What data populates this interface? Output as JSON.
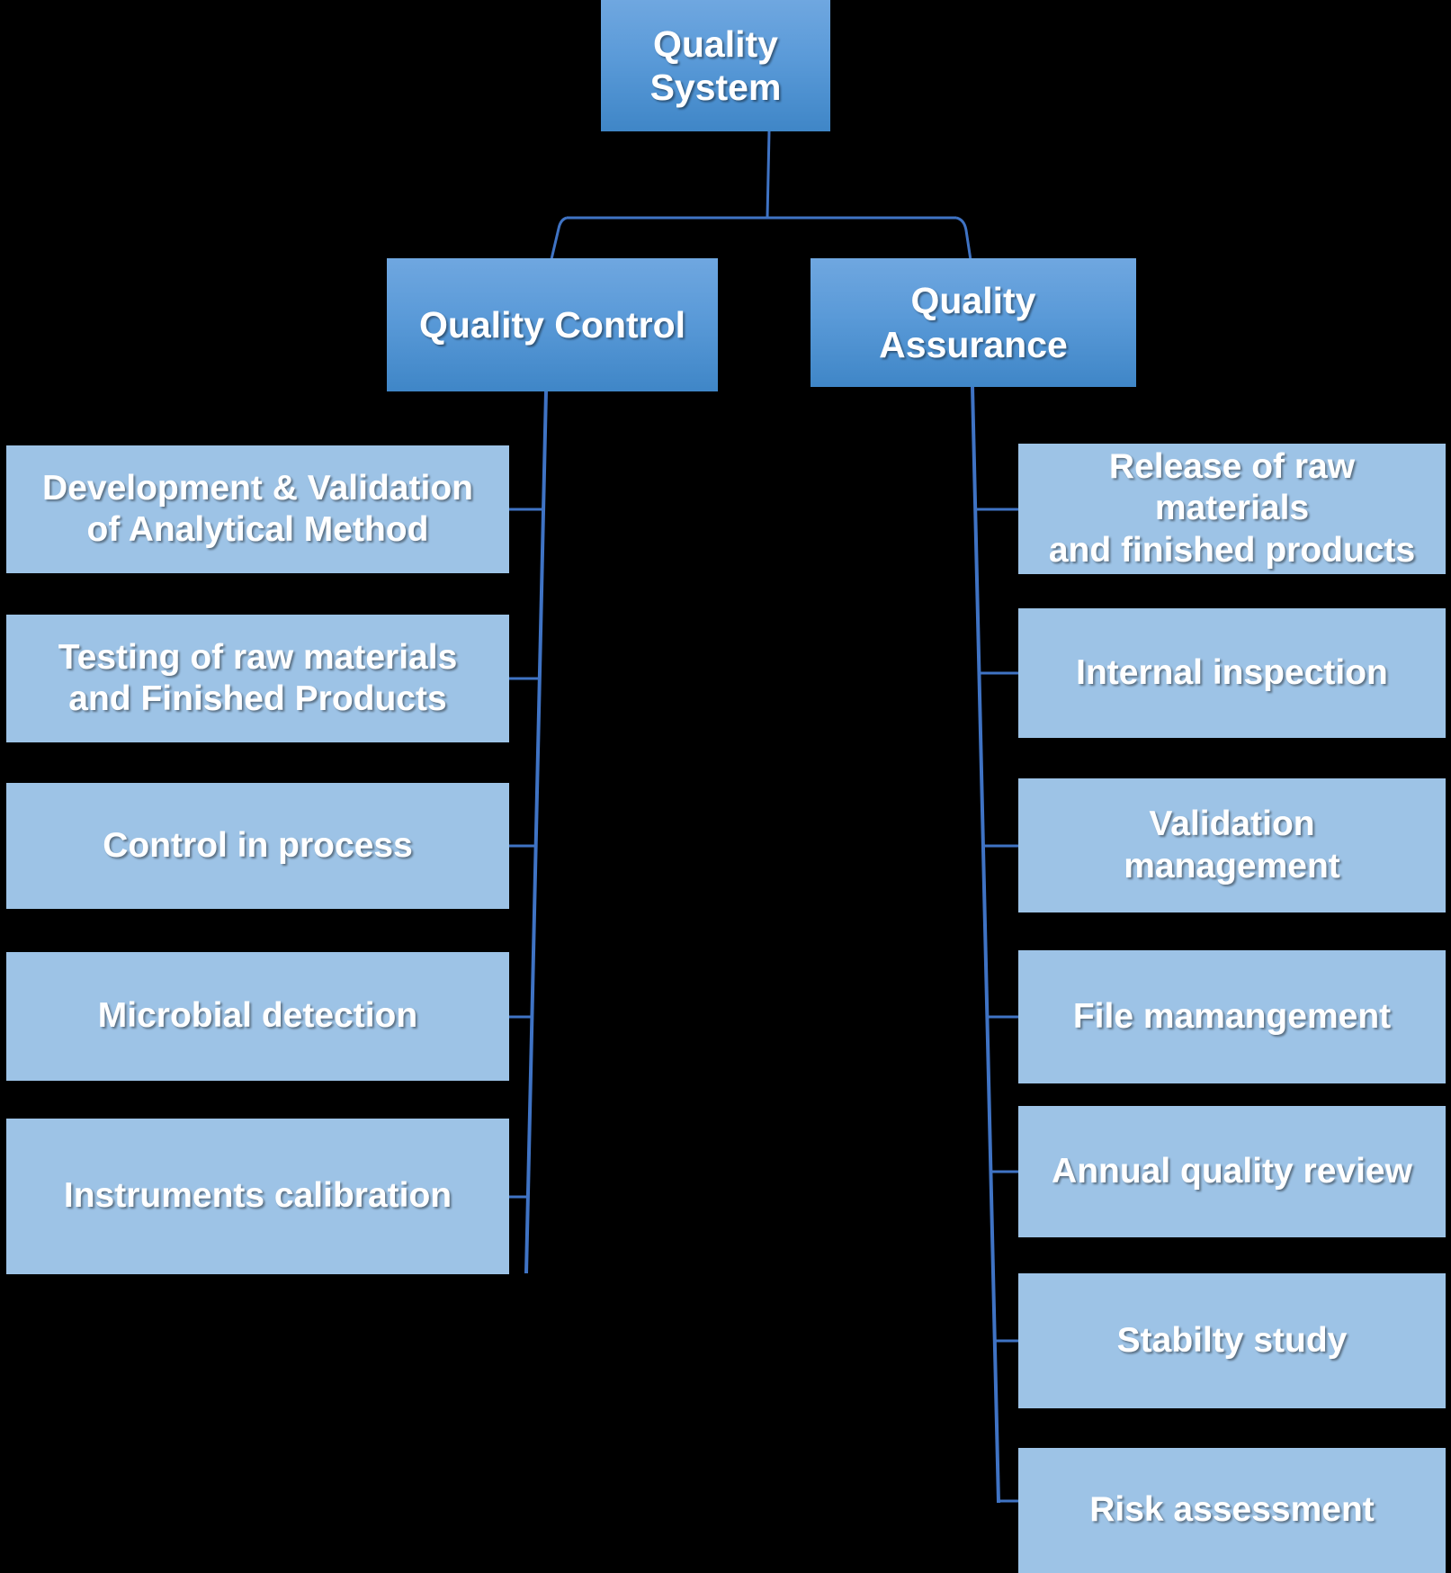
{
  "diagram": {
    "title": "Quality System organisational chart",
    "colors": {
      "background": "#000000",
      "top_box_gradient_start": "#6FA7E0",
      "top_box_gradient_end": "#3F86C7",
      "leaf_box_fill": "#9DC3E6",
      "connector_line": "#3F73C4",
      "text": "#FFFFFF"
    },
    "root": {
      "label": "Quality System",
      "line1": "Quality",
      "line2": "System"
    },
    "branches": [
      {
        "key": "quality_control",
        "label": "Quality Control",
        "line1": "Quality Control",
        "line2": "",
        "children": [
          {
            "line1": "Development & Validation",
            "line2": "of Analytical Method"
          },
          {
            "line1": "Testing of raw materials",
            "line2": "and Finished Products"
          },
          {
            "line1": "Control in process",
            "line2": ""
          },
          {
            "line1": "Microbial detection",
            "line2": ""
          },
          {
            "line1": "Instruments calibration",
            "line2": ""
          }
        ]
      },
      {
        "key": "quality_assurance",
        "label": "Quality Assurance",
        "line1": "Quality",
        "line2": "Assurance",
        "children": [
          {
            "line1": "Release of raw materials",
            "line2": "and finished products"
          },
          {
            "line1": "Internal inspection",
            "line2": ""
          },
          {
            "line1": "Validation",
            "line2": "management"
          },
          {
            "line1": "File mamangement",
            "line2": ""
          },
          {
            "line1": "Annual quality review",
            "line2": ""
          },
          {
            "line1": "Stabilty study",
            "line2": ""
          },
          {
            "line1": "Risk assessment",
            "line2": ""
          }
        ]
      }
    ]
  }
}
